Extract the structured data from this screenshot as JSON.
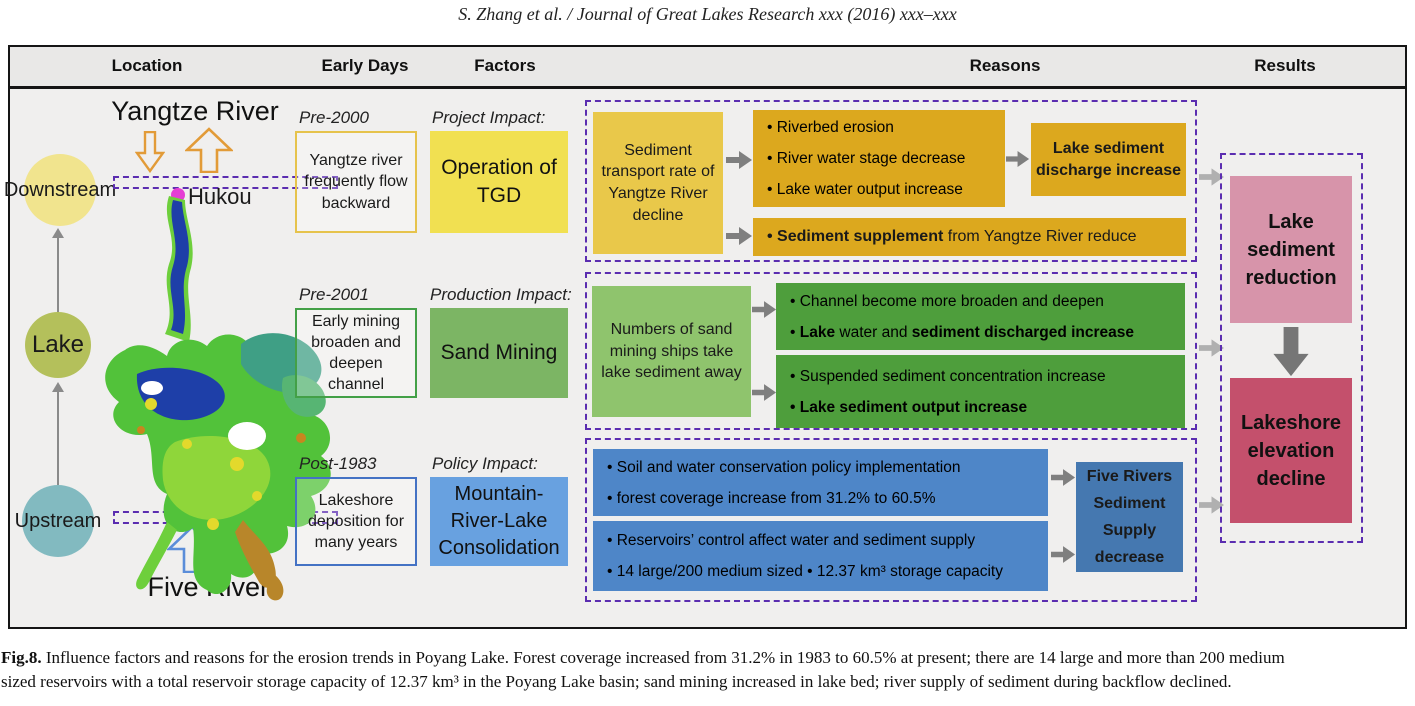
{
  "journal_header": "S. Zhang et al. / Journal of Great Lakes Research xxx (2016) xxx–xxx",
  "column_headers": {
    "location": "Location",
    "early_days": "Early Days",
    "factors": "Factors",
    "reasons": "Reasons",
    "results": "Results"
  },
  "location": {
    "yangtze_river": "Yangtze River",
    "downstream": "Downstream",
    "hukou": "Hukou",
    "lake": "Lake",
    "upstream": "Upstream",
    "five_rivers": "Five Rivers"
  },
  "row1": {
    "period": "Pre-2000",
    "early_days_note": "Yangtze river frequently flow backward",
    "impact_label": "Project Impact:",
    "factor": "Operation of TGD",
    "cause": "Sediment transport rate of Yangtze River decline",
    "bullet1": "• Riverbed erosion",
    "bullet2": "• River water stage decrease",
    "bullet3": "• Lake water output increase",
    "outcome": "Lake sediment discharge increase",
    "bar_bold": "• Sediment supplement",
    "bar_rest": " from Yangtze River reduce"
  },
  "row2": {
    "period": "Pre-2001",
    "early_days_note": "Early mining broaden and deepen channel",
    "impact_label": "Production Impact:",
    "factor": "Sand Mining",
    "cause": "Numbers of sand mining ships take lake sediment away",
    "box1_line1": "• Channel become more broaden and deepen",
    "box1_line2_pre": "• ",
    "box1_line2_bold1": "Lake",
    "box1_line2_mid": " water and ",
    "box1_line2_bold2": "sediment discharged increase",
    "box2_line1": "• Suspended sediment concentration increase",
    "box2_line2": "• Lake sediment output increase"
  },
  "row3": {
    "period": "Post-1983",
    "early_days_note": "Lakeshore deposition for many years",
    "impact_label": "Policy Impact:",
    "factor": "Mountain-River-Lake Consolidation",
    "box1_line1": "• Soil and water conservation policy implementation",
    "box1_line2": "• forest coverage increase from 31.2% to 60.5%",
    "box2_line1": "• Reservoirs’ control  affect water and sediment supply",
    "box2_line2": "• 14 large/200 medium sized • 12.37 km³ storage capacity",
    "outcome": "Five Rivers Sediment Supply decrease"
  },
  "results": {
    "box1": "Lake sediment reduction",
    "box2": "Lakeshore elevation decline"
  },
  "caption": {
    "fig_label": "Fig.8.",
    "line1": " Influence factors and reasons for the erosion trends in Poyang Lake. Forest coverage increased from 31.2% in 1983 to 60.5% at present; there are 14 large and more than 200 medium",
    "line2": "sized reservoirs with a total reservoir storage capacity of 12.37 km³ in the Poyang Lake basin; sand mining increased in lake bed; river supply of sediment during backflow declined."
  },
  "colors": {
    "figure_bg": "#f0efee",
    "header_bar_bg": "#e9e8e7",
    "dashed_purple": "#5b2db0",
    "yellow_border": "#e6c34c",
    "yellow_factor": "#f1e051",
    "yellow_cause": "#e9c84a",
    "yellow_bullets": "#dca81e",
    "green_border": "#43a047",
    "green_factor": "#7cb564",
    "green_cause": "#8fc46d",
    "green_bullets": "#4e9e3c",
    "blue_border": "#4472c4",
    "blue_factor": "#68a1e0",
    "blue_bullets": "#4e86c8",
    "blue_outcome": "#4578b0",
    "pink_result": "#d794aa",
    "crimson_result": "#c4506c",
    "downstream_circle": "#f1e48e",
    "lake_circle": "#b4c05b",
    "upstream_circle": "#82bac0",
    "hukou_dot": "#e53fd4",
    "orange_arrow": "#e29b38",
    "blue_arrow": "#5b8dd9",
    "gray_arrow": "#7f7f7f",
    "light_gray_arrow": "#b0b0b0"
  }
}
